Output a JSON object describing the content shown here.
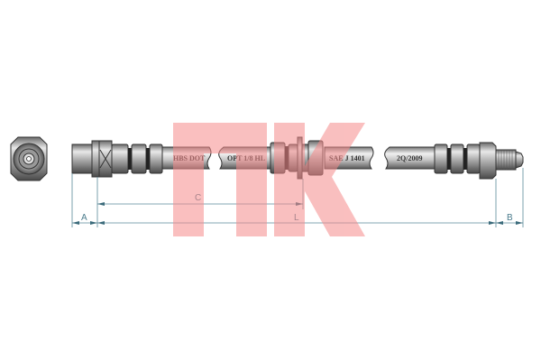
{
  "diagram": {
    "type": "technical-drawing",
    "subject": "brake-hose",
    "logo": {
      "text": "NK",
      "color": "#f7a6a6"
    },
    "hose_markings": [
      "HBS DOT",
      "OPT 1/8 HL",
      "SAE J 1401",
      "2Q/2009"
    ],
    "dimensions": {
      "A": "A",
      "B": "B",
      "C": "C",
      "L": "L"
    },
    "colors": {
      "metal": "#9a9a9a",
      "metal_dark": "#555555",
      "hose": "#b8b8b8",
      "dimension_line": "#5a8a9a",
      "logo": "#f7a6a6"
    }
  }
}
